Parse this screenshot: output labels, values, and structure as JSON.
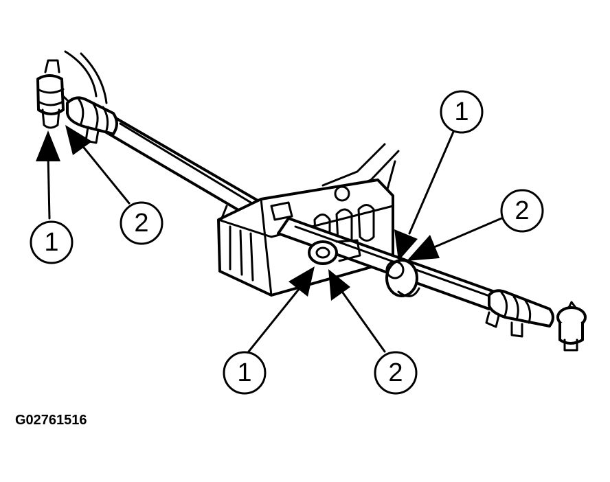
{
  "figure": {
    "code": "G02761516",
    "colors": {
      "ink": "#000000",
      "paper": "#ffffff"
    }
  },
  "callouts": [
    {
      "id": "c-left-1",
      "label": "1"
    },
    {
      "id": "c-left-2",
      "label": "2"
    },
    {
      "id": "c-center-1",
      "label": "1"
    },
    {
      "id": "c-center-2",
      "label": "2"
    },
    {
      "id": "c-right-1",
      "label": "1"
    },
    {
      "id": "c-right-2",
      "label": "2"
    }
  ]
}
